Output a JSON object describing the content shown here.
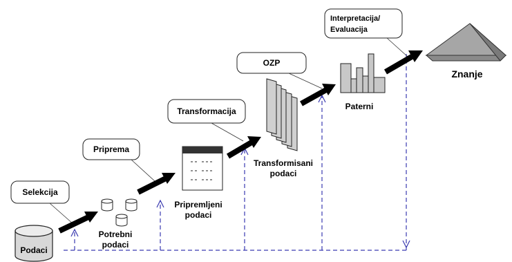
{
  "steps": {
    "selekcija": "Selekcija",
    "priprema": "Priprema",
    "transformacija": "Transformacija",
    "ozp": "OZP",
    "interpretacija_line1": "Interpretacija/",
    "interpretacija_line2": "Evaluacija"
  },
  "nodes": {
    "podaci": "Podaci",
    "potrebni_line1": "Potrebni",
    "potrebni_line2": "podaci",
    "pripremljeni_line1": "Pripremljeni",
    "pripremljeni_line2": "podaci",
    "transformisani_line1": "Transformisani",
    "transformisani_line2": "podaci",
    "paterni": "Paterni",
    "znanje": "Znanje"
  },
  "colors": {
    "feedback": "#3a3ab0",
    "flow_arrow": "#000000",
    "fill_gray": "#c8c8c8",
    "pyramid": "#a6a6a6"
  },
  "icons": {
    "database": "database-cylinder-icon",
    "small_db": "small-cylinder-icon",
    "document": "table-document-icon",
    "stack": "stacked-sheets-icon",
    "bars": "bar-pattern-icon",
    "pyramid": "pyramid-icon"
  }
}
